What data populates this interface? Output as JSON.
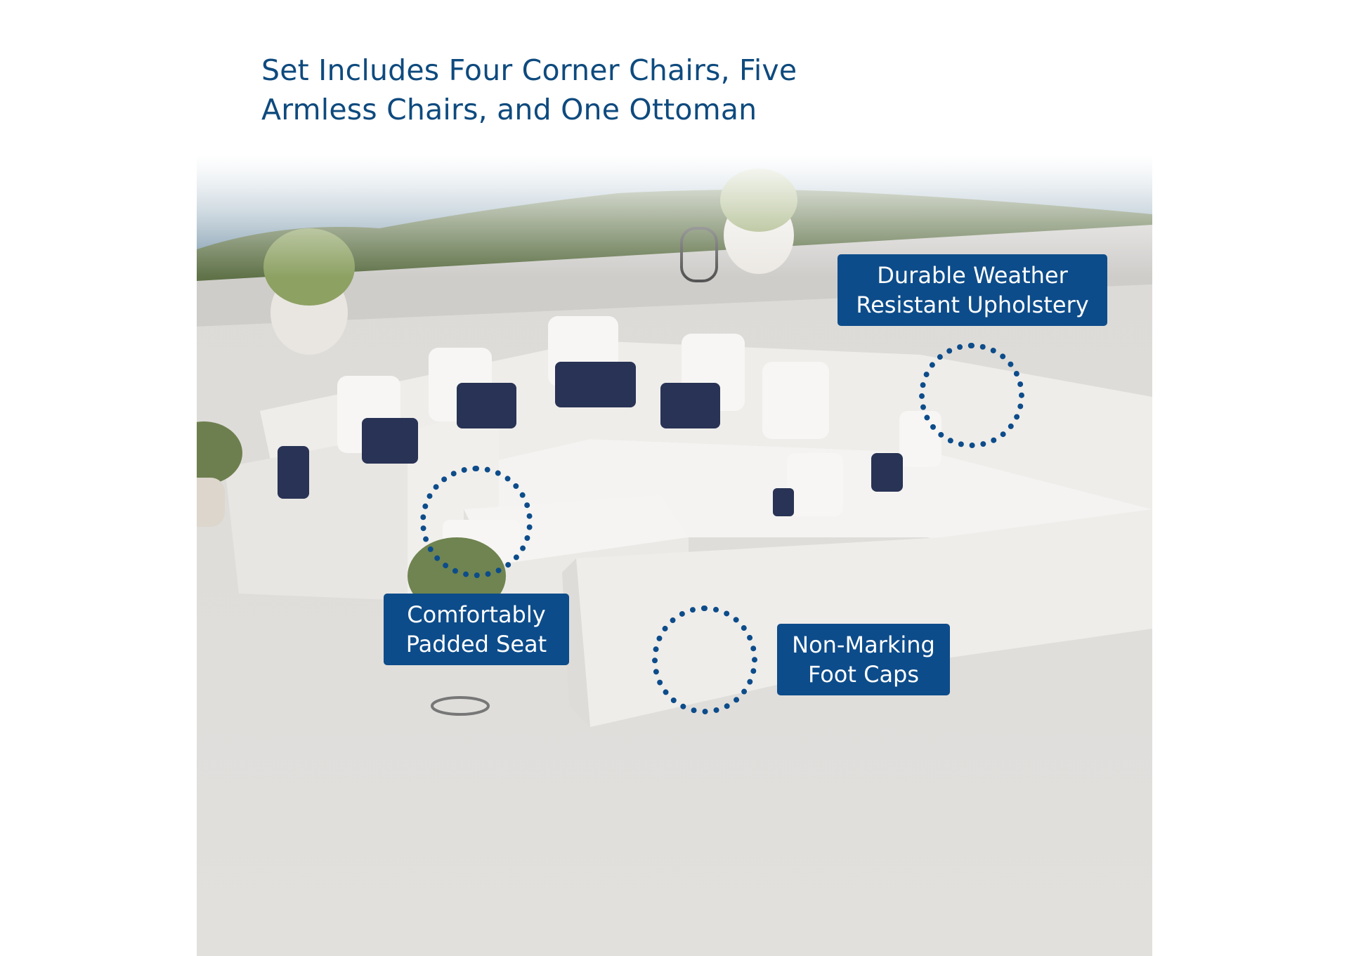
{
  "headline": {
    "line1": "Set Includes Four Corner Chairs, Five",
    "line2": "Armless Chairs, and One Ottoman"
  },
  "callouts": [
    {
      "id": "upholstery",
      "line1": "Durable Weather",
      "line2": "Resistant Upholstery"
    },
    {
      "id": "seat",
      "line1": "Comfortably",
      "line2": "Padded Seat"
    },
    {
      "id": "footcaps",
      "line1": "Non-Marking",
      "line2": "Foot Caps"
    }
  ],
  "image": {
    "subject": "white outdoor modular sectional sofa set on rooftop terrace with navy accent pillows, potted plants and ocean view"
  },
  "colors": {
    "headline": "#0e4a7e",
    "callout_bg": "#0d4c8a",
    "callout_text": "#ffffff",
    "dots": "#0d4c8a"
  }
}
